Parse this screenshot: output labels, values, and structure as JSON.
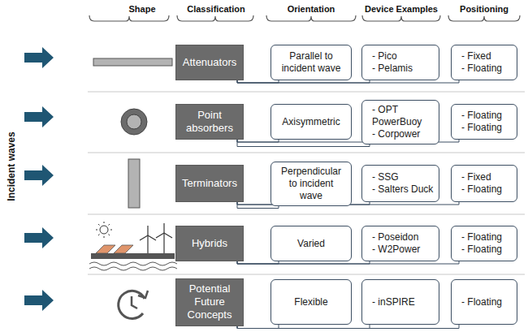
{
  "diagram": {
    "nodes": [
      {
        "text": [
          "Attenuators"
        ]
      },
      {
        "text": [
          "Parallel to incident wave"
        ]
      },
      {
        "text": [
          "- Pico",
          "- Pelamis"
        ]
      },
      {
        "text": [
          "- Fixed",
          "- Floating"
        ]
      },
      {
        "text": [
          "Point absorbers"
        ]
      },
      {
        "text": [
          "Axisymmetric"
        ]
      },
      {
        "text": [
          "- OPT PowerBuoy",
          "- Corpower"
        ]
      },
      {
        "text": [
          "- Floating",
          "- Floating"
        ]
      },
      {
        "text": [
          "Terminators"
        ]
      },
      {
        "text": [
          "Perpendicular to incident wave"
        ]
      },
      {
        "text": [
          "- SSG",
          "- Salters Duck"
        ]
      },
      {
        "text": [
          "- Fixed",
          "- Floating"
        ]
      },
      {
        "text": [
          "Hybrids"
        ]
      },
      {
        "text": [
          "Varied"
        ]
      },
      {
        "text": [
          "- Poseidon",
          "- W2Power"
        ]
      },
      {
        "text": [
          "- Floating",
          "- Floating"
        ]
      },
      {
        "text": [
          "Potential Future Concepts"
        ]
      },
      {
        "text": [
          "Flexible"
        ]
      },
      {
        "text": [
          "- inSPIRE"
        ]
      },
      {
        "text": [
          "- Floating"
        ]
      }
    ],
    "edges": [
      {
        "from": 0,
        "to": 1,
        "arrow": "none"
      },
      {
        "from": 0,
        "to": 2,
        "arrow": "none"
      },
      {
        "from": 0,
        "to": 3,
        "arrow": "none"
      },
      {
        "from": 4,
        "to": 5,
        "arrow": "none"
      },
      {
        "from": 4,
        "to": 6,
        "arrow": "none"
      },
      {
        "from": 4,
        "to": 7,
        "arrow": "none"
      },
      {
        "from": 8,
        "to": 9,
        "arrow": "none"
      },
      {
        "from": 8,
        "to": 10,
        "arrow": "none"
      },
      {
        "from": 8,
        "to": 11,
        "arrow": "none"
      },
      {
        "from": 12,
        "to": 13,
        "arrow": "none"
      },
      {
        "from": 12,
        "to": 14,
        "arrow": "none"
      },
      {
        "from": 12,
        "to": 15,
        "arrow": "none"
      },
      {
        "from": 16,
        "to": 17,
        "arrow": "none"
      },
      {
        "from": 16,
        "to": 18,
        "arrow": "none"
      },
      {
        "from": 16,
        "to": 19,
        "arrow": "none"
      }
    ],
    "labels": [
      "Shape",
      "Classification",
      "Orientation",
      "Device Examples",
      "Positioning",
      "Incident waves"
    ]
  }
}
